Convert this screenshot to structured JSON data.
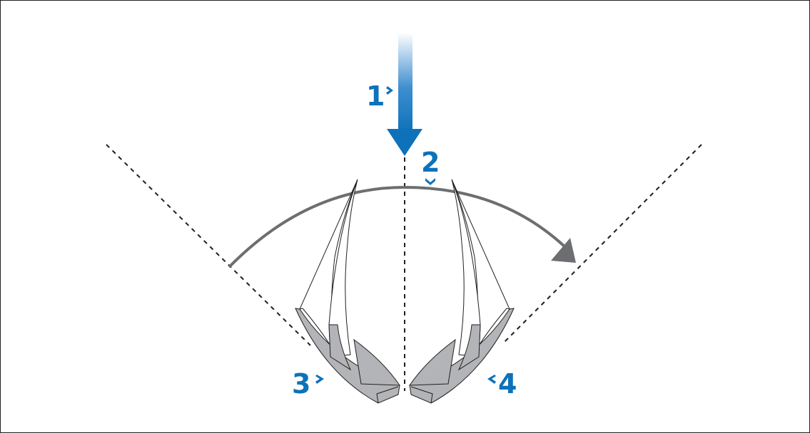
{
  "diagram": {
    "labels": [
      "1",
      "2",
      "3",
      "4"
    ],
    "colors": {
      "accent": "#0d72b9",
      "hull": "#b3b4b7",
      "arc": "#6d6e71",
      "line": "#231f20"
    }
  }
}
